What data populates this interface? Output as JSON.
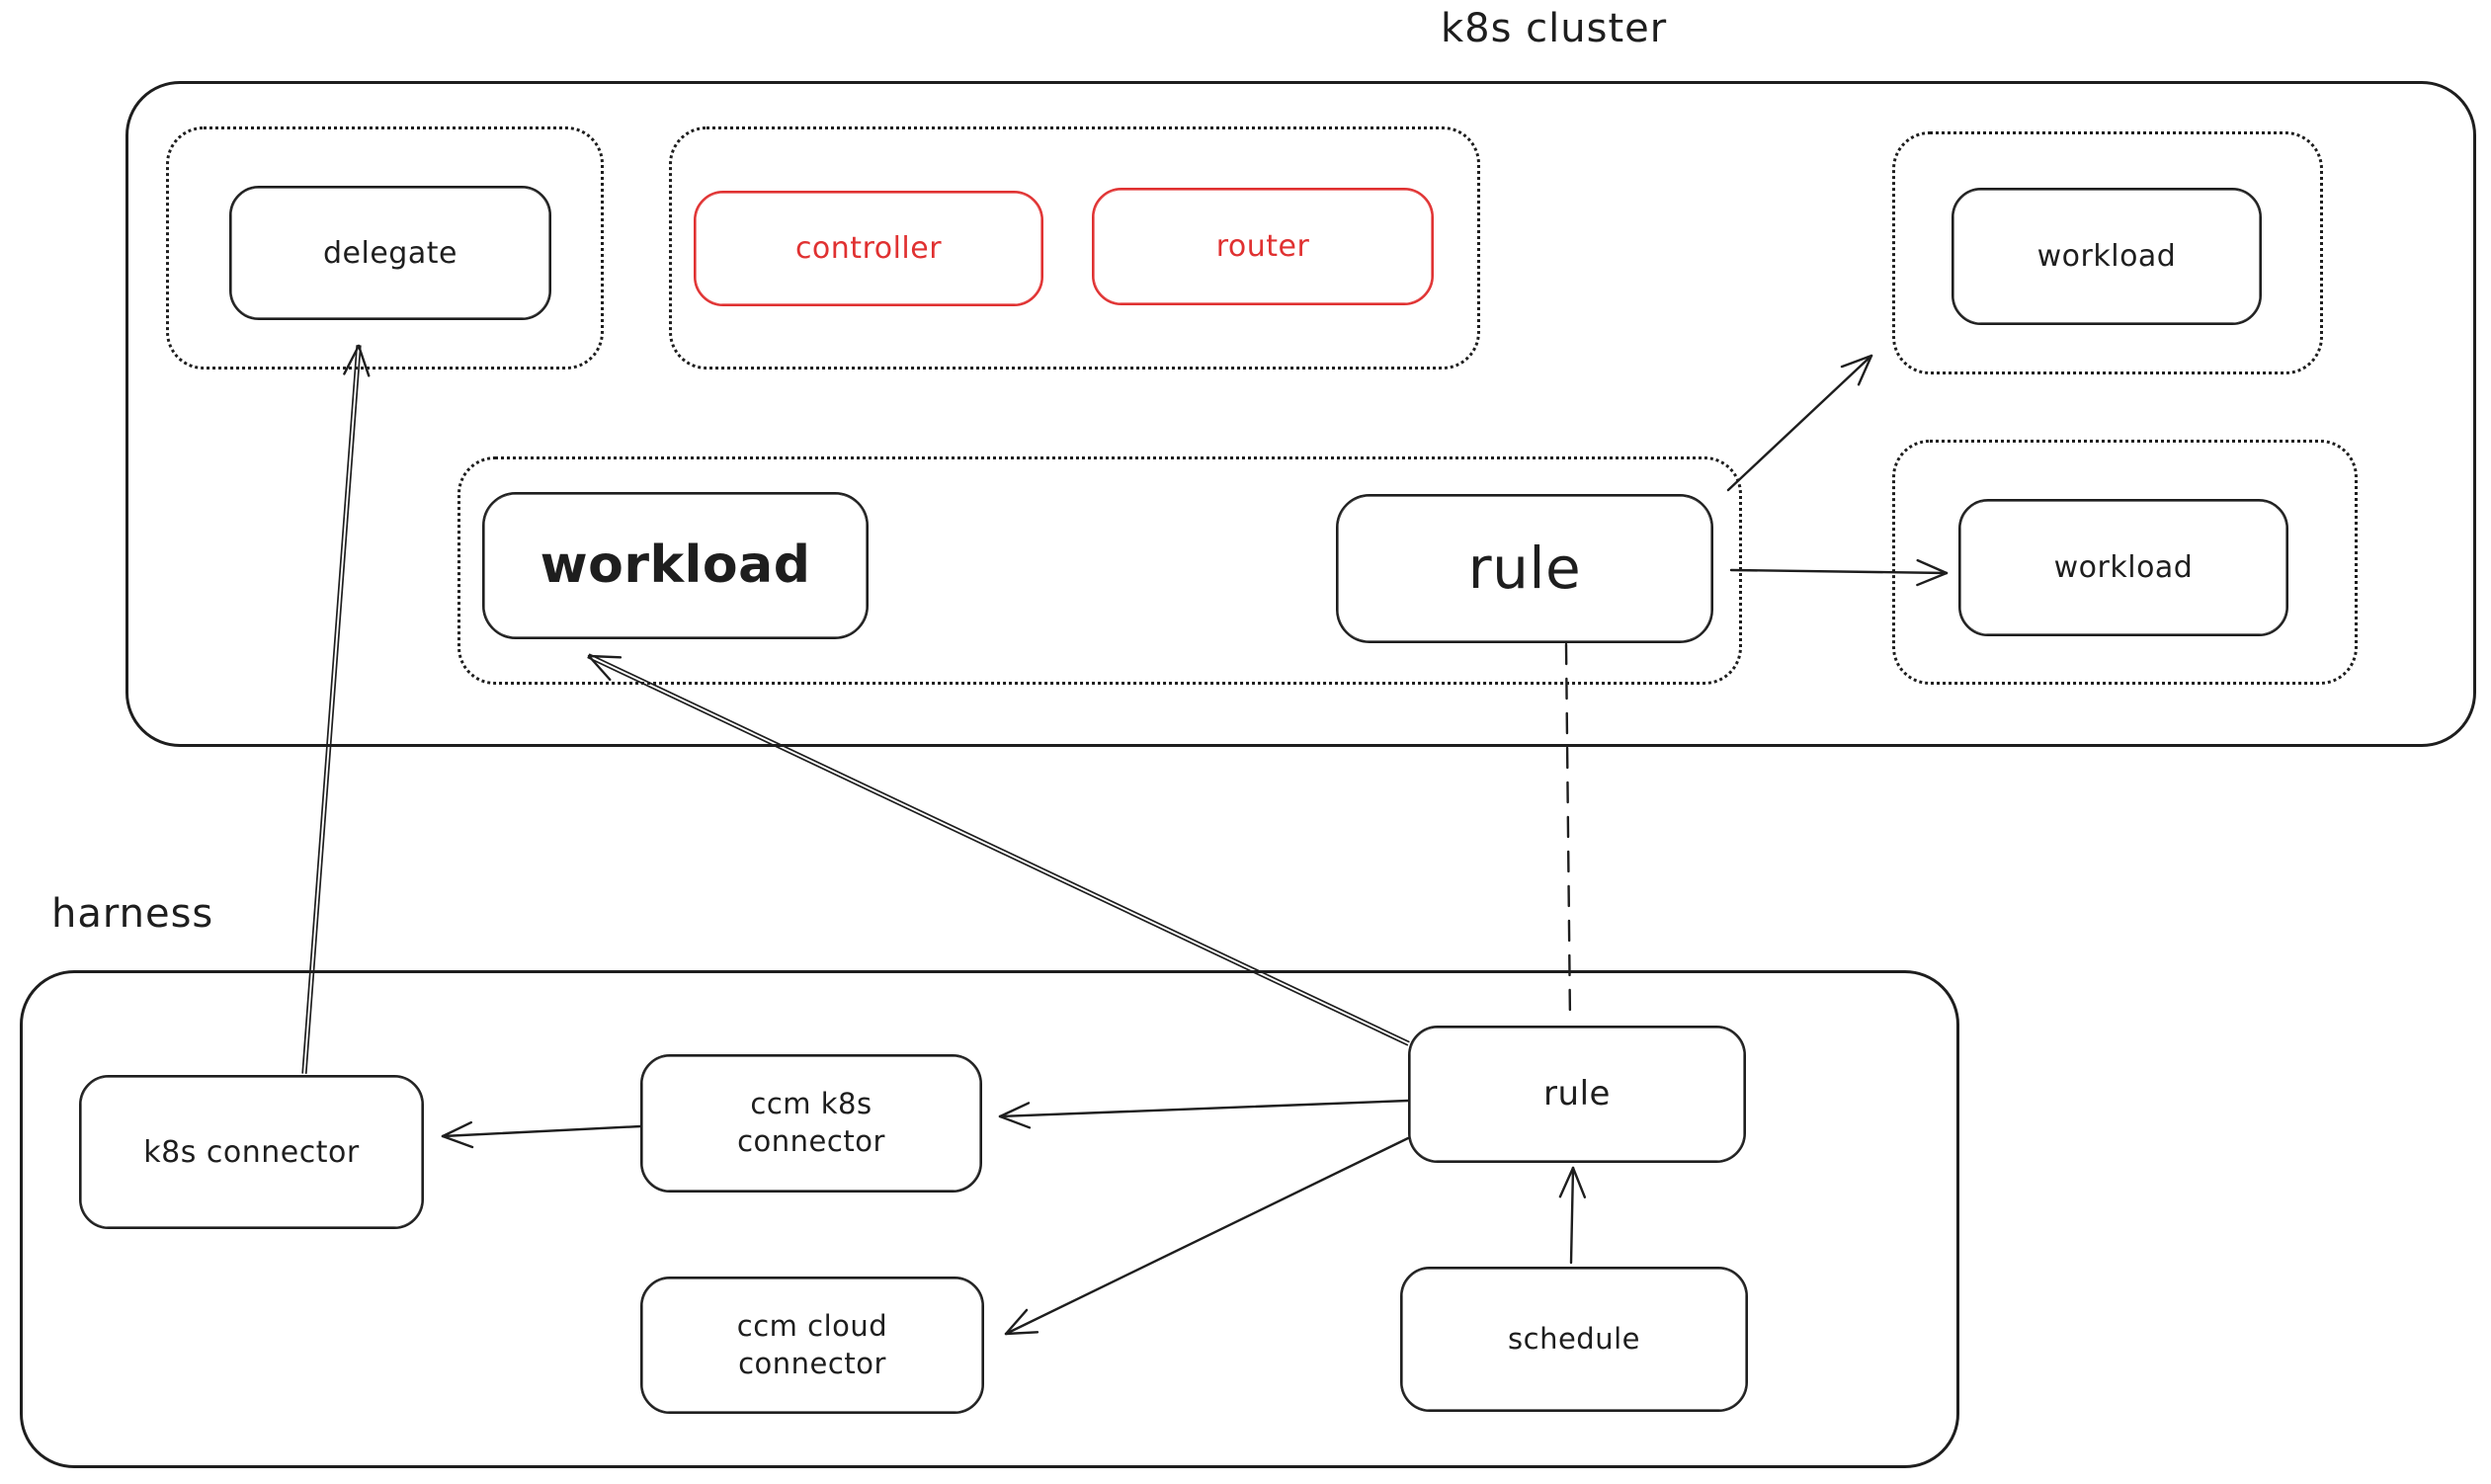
{
  "diagram": {
    "type": "architecture-sketch",
    "stroke_color": "#1e1e1e",
    "accent_color": "#e03131",
    "background_color": "#ffffff",
    "clusters": {
      "k8s_cluster": {
        "label": "k8s cluster"
      },
      "harness": {
        "label": "harness"
      }
    },
    "nodes": {
      "delegate": {
        "label": "delegate"
      },
      "controller": {
        "label": "controller"
      },
      "router": {
        "label": "router"
      },
      "workload_top_right": {
        "label": "workload"
      },
      "workload_mid_right": {
        "label": "workload"
      },
      "workload_main": {
        "label": "workload"
      },
      "rule_cluster": {
        "label": "rule"
      },
      "k8s_connector": {
        "label": "k8s connector"
      },
      "ccm_k8s_connector": {
        "label": "ccm k8s connector"
      },
      "ccm_cloud_connector": {
        "label": "ccm cloud connector"
      },
      "rule_harness": {
        "label": "rule"
      },
      "schedule": {
        "label": "schedule"
      }
    },
    "edges": [
      {
        "from": "k8s_connector",
        "to": "delegate",
        "style": "solid-arrow"
      },
      {
        "from": "ccm_k8s_connector",
        "to": "k8s_connector",
        "style": "solid-arrow"
      },
      {
        "from": "rule_harness",
        "to": "ccm_k8s_connector",
        "style": "solid-arrow"
      },
      {
        "from": "rule_harness",
        "to": "ccm_cloud_connector",
        "style": "solid-arrow"
      },
      {
        "from": "rule_harness",
        "to": "workload_main",
        "style": "solid-arrow"
      },
      {
        "from": "schedule",
        "to": "rule_harness",
        "style": "solid-arrow"
      },
      {
        "from": "rule_cluster",
        "to": "rule_harness",
        "style": "dashed-line"
      },
      {
        "from": "rule_cluster",
        "to": "workload_mid_right",
        "style": "solid-arrow"
      },
      {
        "from": "rule_cluster",
        "to": "workload_top_right",
        "style": "solid-arrow"
      }
    ]
  }
}
